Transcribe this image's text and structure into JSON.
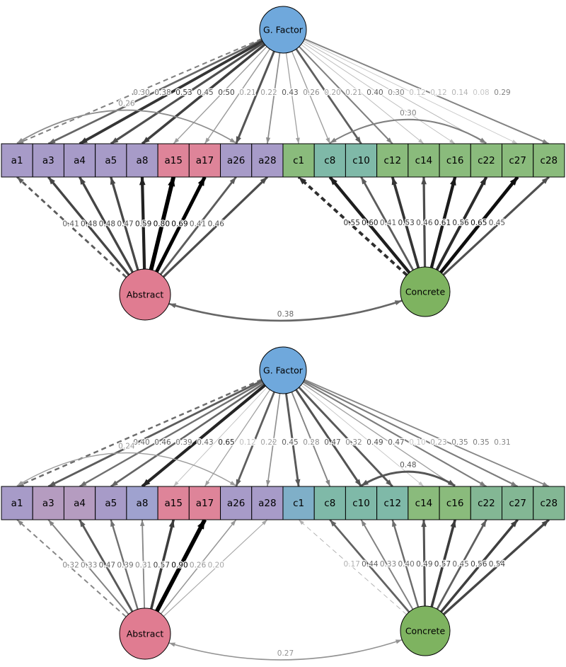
{
  "page_title": "Bifactor structural equation model diagrams",
  "diagrams": [
    {
      "id": "model-1",
      "g_factor": {
        "label": "G. Factor",
        "color": "#6FA8DC"
      },
      "factors": [
        {
          "id": "abstract",
          "label": "Abstract",
          "color": "#E07C91"
        },
        {
          "id": "concrete",
          "label": "Concrete",
          "color": "#7EB360"
        }
      ],
      "indicators": [
        {
          "id": "a1",
          "label": "a1",
          "color": "#A79BC8"
        },
        {
          "id": "a3",
          "label": "a3",
          "color": "#A79BC8"
        },
        {
          "id": "a4",
          "label": "a4",
          "color": "#A79BC8"
        },
        {
          "id": "a5",
          "label": "a5",
          "color": "#A79BC8"
        },
        {
          "id": "a8",
          "label": "a8",
          "color": "#A79BC8"
        },
        {
          "id": "a15",
          "label": "a15",
          "color": "#DE8499"
        },
        {
          "id": "a17",
          "label": "a17",
          "color": "#DE8499"
        },
        {
          "id": "a26",
          "label": "a26",
          "color": "#A79BC8"
        },
        {
          "id": "a28",
          "label": "a28",
          "color": "#A79BC8"
        },
        {
          "id": "c1",
          "label": "c1",
          "color": "#8ABB7C"
        },
        {
          "id": "c8",
          "label": "c8",
          "color": "#7FB9A8"
        },
        {
          "id": "c10",
          "label": "c10",
          "color": "#7FB9A8"
        },
        {
          "id": "c12",
          "label": "c12",
          "color": "#8ABB7C"
        },
        {
          "id": "c14",
          "label": "c14",
          "color": "#8ABB7C"
        },
        {
          "id": "c16",
          "label": "c16",
          "color": "#8ABB7C"
        },
        {
          "id": "c22",
          "label": "c22",
          "color": "#8ABB7C"
        },
        {
          "id": "c27",
          "label": "c27",
          "color": "#8ABB7C"
        },
        {
          "id": "c28",
          "label": "c28",
          "color": "#8ABB7C"
        }
      ],
      "g_loadings": [
        {
          "to": "a1",
          "value": "0.30",
          "dashed": true
        },
        {
          "to": "a3",
          "value": "0.38"
        },
        {
          "to": "a4",
          "value": "0.53"
        },
        {
          "to": "a5",
          "value": "0.45"
        },
        {
          "to": "a8",
          "value": "0.50"
        },
        {
          "to": "a15",
          "value": "0.21"
        },
        {
          "to": "a17",
          "value": "0.22"
        },
        {
          "to": "a26",
          "value": "0.43"
        },
        {
          "to": "a28",
          "value": "0.26"
        },
        {
          "to": "c1",
          "value": "0.20"
        },
        {
          "to": "c8",
          "value": "0.21"
        },
        {
          "to": "c10",
          "value": "0.40"
        },
        {
          "to": "c12",
          "value": "0.30"
        },
        {
          "to": "c14",
          "value": "0.12"
        },
        {
          "to": "c16",
          "value": "0.12"
        },
        {
          "to": "c22",
          "value": "0.14"
        },
        {
          "to": "c27",
          "value": "0.08"
        },
        {
          "to": "c28",
          "value": "0.29"
        }
      ],
      "abstract_loadings": [
        {
          "to": "a1",
          "value": "0.41",
          "dashed": true
        },
        {
          "to": "a3",
          "value": "0.48"
        },
        {
          "to": "a4",
          "value": "0.48"
        },
        {
          "to": "a5",
          "value": "0.47"
        },
        {
          "to": "a8",
          "value": "0.59"
        },
        {
          "to": "a15",
          "value": "0.80"
        },
        {
          "to": "a17",
          "value": "0.69"
        },
        {
          "to": "a26",
          "value": "0.41"
        },
        {
          "to": "a28",
          "value": "0.46"
        }
      ],
      "concrete_loadings": [
        {
          "to": "c1",
          "value": "0.55",
          "dashed": true
        },
        {
          "to": "c8",
          "value": "0.60"
        },
        {
          "to": "c10",
          "value": "0.41"
        },
        {
          "to": "c12",
          "value": "0.53"
        },
        {
          "to": "c14",
          "value": "0.46"
        },
        {
          "to": "c16",
          "value": "0.61"
        },
        {
          "to": "c22",
          "value": "0.56"
        },
        {
          "to": "c27",
          "value": "0.65"
        },
        {
          "to": "c28",
          "value": "0.45"
        }
      ],
      "residual_correlations": [
        {
          "from": "a1",
          "to": "a26",
          "value": "0.26"
        },
        {
          "from": "c8",
          "to": "c22",
          "value": "0.30"
        }
      ],
      "factor_correlation": "0.38"
    },
    {
      "id": "model-2",
      "g_factor": {
        "label": "G. Factor",
        "color": "#6FA8DC"
      },
      "factors": [
        {
          "id": "abstract",
          "label": "Abstract",
          "color": "#E07C91"
        },
        {
          "id": "concrete",
          "label": "Concrete",
          "color": "#7EB360"
        }
      ],
      "indicators": [
        {
          "id": "a1",
          "label": "a1",
          "color": "#A79BC8"
        },
        {
          "id": "a3",
          "label": "a3",
          "color": "#B59CC0"
        },
        {
          "id": "a4",
          "label": "a4",
          "color": "#B59CC0"
        },
        {
          "id": "a5",
          "label": "a5",
          "color": "#A79BC8"
        },
        {
          "id": "a8",
          "label": "a8",
          "color": "#9FA2CF"
        },
        {
          "id": "a15",
          "label": "a15",
          "color": "#DE8499"
        },
        {
          "id": "a17",
          "label": "a17",
          "color": "#DE8499"
        },
        {
          "id": "a26",
          "label": "a26",
          "color": "#A79BC8"
        },
        {
          "id": "a28",
          "label": "a28",
          "color": "#A79BC8"
        },
        {
          "id": "c1",
          "label": "c1",
          "color": "#7FAFC8"
        },
        {
          "id": "c8",
          "label": "c8",
          "color": "#7FB9A8"
        },
        {
          "id": "c10",
          "label": "c10",
          "color": "#7FB9A8"
        },
        {
          "id": "c12",
          "label": "c12",
          "color": "#7FB9A8"
        },
        {
          "id": "c14",
          "label": "c14",
          "color": "#8ABB7C"
        },
        {
          "id": "c16",
          "label": "c16",
          "color": "#8ABB7C"
        },
        {
          "id": "c22",
          "label": "c22",
          "color": "#83B794"
        },
        {
          "id": "c27",
          "label": "c27",
          "color": "#83B794"
        },
        {
          "id": "c28",
          "label": "c28",
          "color": "#83B794"
        }
      ],
      "g_loadings": [
        {
          "to": "a1",
          "value": "0.40",
          "dashed": true
        },
        {
          "to": "a3",
          "value": "0.46"
        },
        {
          "to": "a4",
          "value": "0.39"
        },
        {
          "to": "a5",
          "value": "0.43"
        },
        {
          "to": "a8",
          "value": "0.65"
        },
        {
          "to": "a15",
          "value": "0.12"
        },
        {
          "to": "a17",
          "value": "0.22"
        },
        {
          "to": "a26",
          "value": "0.45"
        },
        {
          "to": "a28",
          "value": "0.28"
        },
        {
          "to": "c1",
          "value": "0.47"
        },
        {
          "to": "c8",
          "value": "0.32"
        },
        {
          "to": "c10",
          "value": "0.49"
        },
        {
          "to": "c12",
          "value": "0.47"
        },
        {
          "to": "c14",
          "value": "0.10"
        },
        {
          "to": "c16",
          "value": "0.23"
        },
        {
          "to": "c22",
          "value": "0.35"
        },
        {
          "to": "c27",
          "value": "0.35"
        },
        {
          "to": "c28",
          "value": "0.31"
        }
      ],
      "abstract_loadings": [
        {
          "to": "a1",
          "value": "0.32",
          "dashed": true
        },
        {
          "to": "a3",
          "value": "0.33"
        },
        {
          "to": "a4",
          "value": "0.47"
        },
        {
          "to": "a5",
          "value": "0.39"
        },
        {
          "to": "a8",
          "value": "0.31"
        },
        {
          "to": "a15",
          "value": "0.57"
        },
        {
          "to": "a17",
          "value": "0.90"
        },
        {
          "to": "a26",
          "value": "0.26"
        },
        {
          "to": "a28",
          "value": "0.20"
        }
      ],
      "concrete_loadings": [
        {
          "to": "c1",
          "value": "0.17",
          "dashed": true
        },
        {
          "to": "c8",
          "value": "0.44"
        },
        {
          "to": "c10",
          "value": "0.33"
        },
        {
          "to": "c12",
          "value": "0.40"
        },
        {
          "to": "c14",
          "value": "0.49"
        },
        {
          "to": "c16",
          "value": "0.57"
        },
        {
          "to": "c22",
          "value": "0.45"
        },
        {
          "to": "c27",
          "value": "0.56"
        },
        {
          "to": "c28",
          "value": "0.54"
        }
      ],
      "residual_correlations": [
        {
          "from": "a1",
          "to": "a26",
          "value": "0.24"
        },
        {
          "from": "c10",
          "to": "c16",
          "value": "0.48"
        }
      ],
      "factor_correlation": "0.27"
    }
  ]
}
